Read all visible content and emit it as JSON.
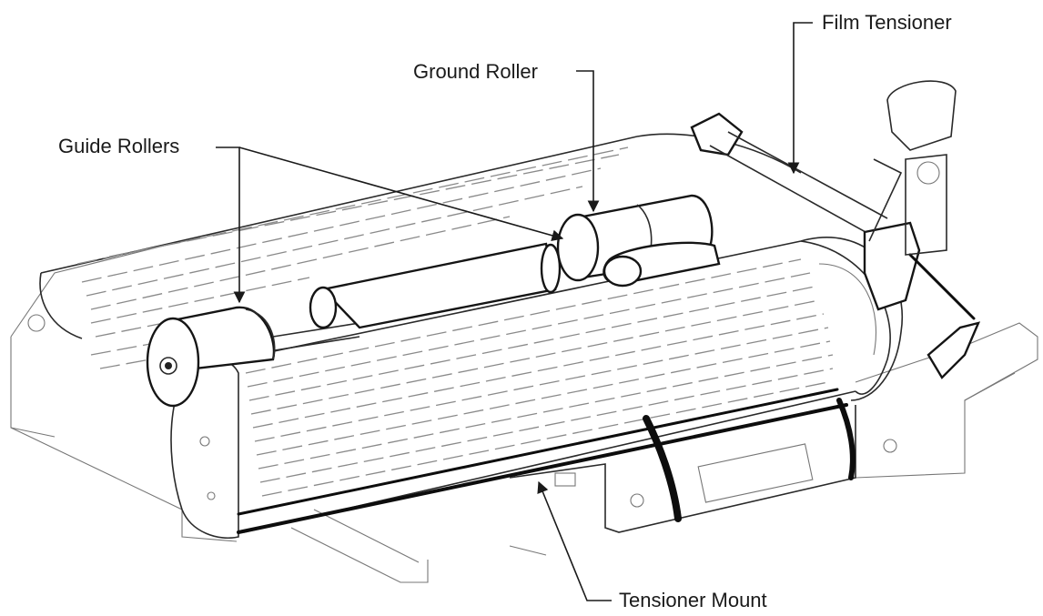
{
  "labels": {
    "film_tensioner": "Film Tensioner",
    "ground_roller": "Ground Roller",
    "guide_rollers": "Guide Rollers",
    "tensioner_mount": "Tensioner Mount"
  }
}
